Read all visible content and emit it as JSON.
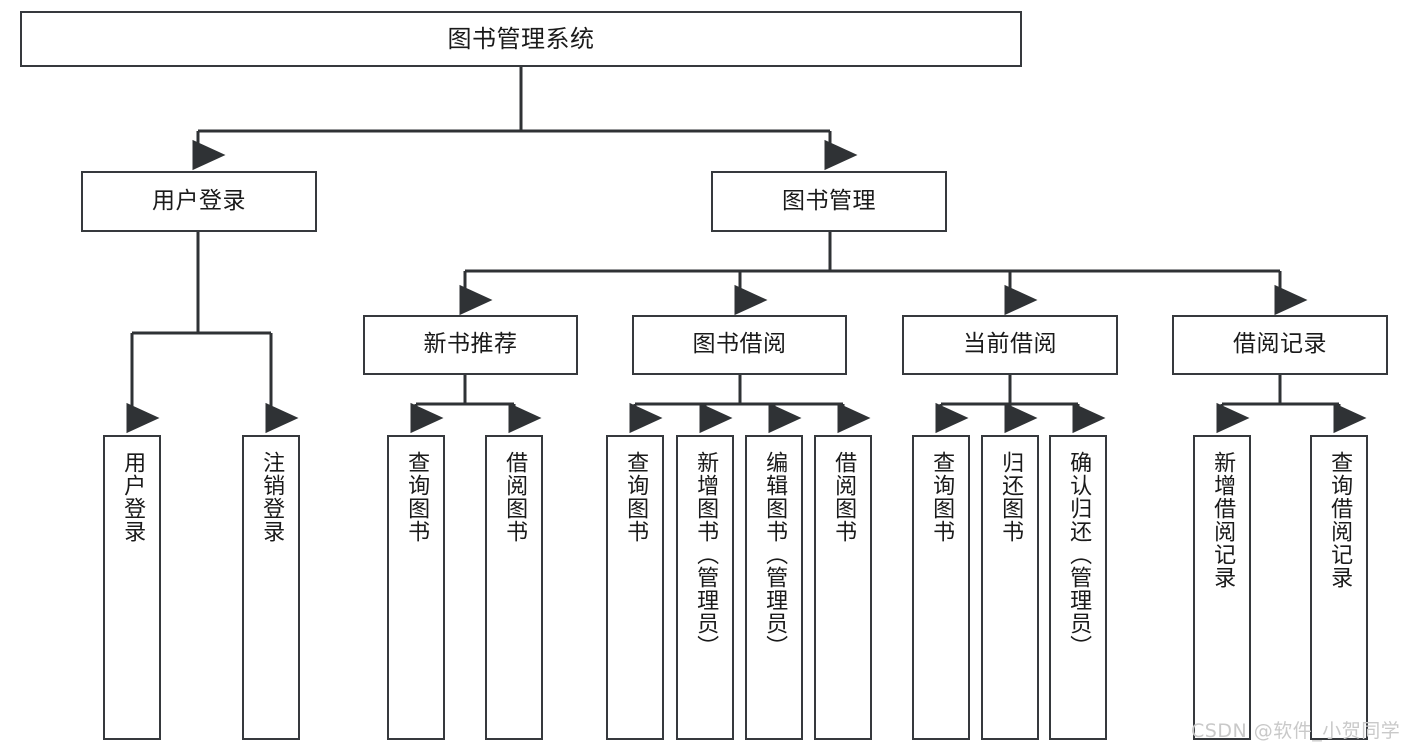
{
  "diagram": {
    "title": "图书管理系统",
    "type": "tree-hierarchy",
    "root": {
      "label": "图书管理系统"
    },
    "level2": [
      {
        "label": "用户登录"
      },
      {
        "label": "图书管理"
      }
    ],
    "level3": [
      {
        "label": "新书推荐"
      },
      {
        "label": "图书借阅"
      },
      {
        "label": "当前借阅"
      },
      {
        "label": "借阅记录"
      }
    ],
    "leaves": {
      "user_login": [
        {
          "label": "用户登录"
        },
        {
          "label": "注销登录"
        }
      ],
      "new_book_recommend": [
        {
          "label": "查询图书"
        },
        {
          "label": "借阅图书"
        }
      ],
      "book_borrow": [
        {
          "label": "查询图书"
        },
        {
          "label": "新增图书（管理员）"
        },
        {
          "label": "编辑图书（管理员）"
        },
        {
          "label": "借阅图书"
        }
      ],
      "current_borrow": [
        {
          "label": "查询图书"
        },
        {
          "label": "归还图书"
        },
        {
          "label": "确认归还（管理员）"
        }
      ],
      "borrow_record": [
        {
          "label": "新增借阅记录"
        },
        {
          "label": "查询借阅记录"
        }
      ]
    }
  },
  "watermark": {
    "text": "CSDN @软件_小贺同学"
  },
  "colors": {
    "stroke": "#36393d",
    "background": "#ffffff",
    "text": "#1a1a1a",
    "watermark": "#c9c9c9"
  }
}
